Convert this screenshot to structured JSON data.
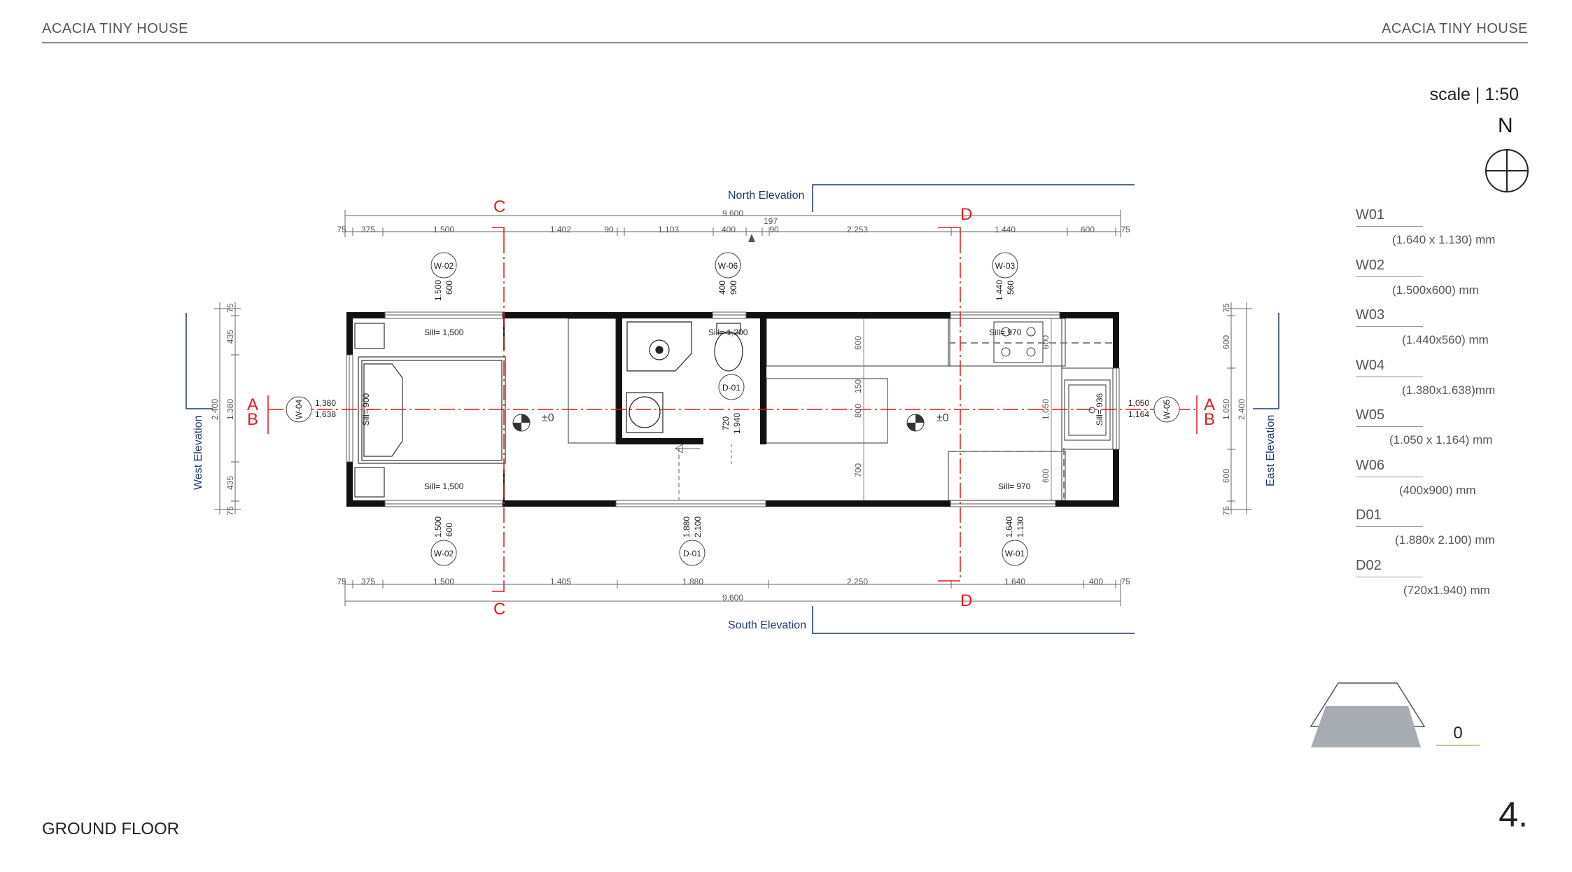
{
  "header": {
    "left_title": "ACACIA TINY HOUSE",
    "right_title": "ACACIA TINY HOUSE"
  },
  "scale_label": "scale | 1:50",
  "north_label": "N",
  "footer": {
    "floor_title": "GROUND FLOOR",
    "page_number": "4."
  },
  "level_indicator": {
    "value": "0"
  },
  "schedule": [
    {
      "code": "W01",
      "dims": "(1.640 x 1.130)  mm"
    },
    {
      "code": "W02",
      "dims": "(1.500x600) mm"
    },
    {
      "code": "W03",
      "dims": "(1.440x560) mm"
    },
    {
      "code": "W04",
      "dims": "(1.380x1.638)mm"
    },
    {
      "code": "W05",
      "dims": "(1.050 x 1.164)  mm"
    },
    {
      "code": "W06",
      "dims": "(400x900) mm"
    },
    {
      "code": "D01",
      "dims": "(1.880x 2.100)  mm"
    },
    {
      "code": "D02",
      "dims": "(720x1.940)  mm"
    }
  ],
  "plan": {
    "elevations": {
      "north": "North Elevation",
      "south": "South Elevation",
      "west": "West Elevation",
      "east": "East Elevation"
    },
    "section_markers": {
      "a": "A",
      "b": "B",
      "c": "C",
      "d": "D"
    },
    "overall_length": "9.600",
    "top_dims": [
      "75",
      "375",
      "1.500",
      "1.402",
      "90",
      "1.103",
      "400",
      "197",
      "90",
      "2.253",
      "1.440",
      "600",
      "75"
    ],
    "bottom_dims": [
      "75",
      "375",
      "1.500",
      "1.405",
      "1.880",
      "2.250",
      "1.640",
      "400",
      "75"
    ],
    "side_dims": {
      "outer": "2.400",
      "west_inner": [
        "75",
        "435",
        "1.380",
        "435",
        "75"
      ],
      "east_inner": [
        "75",
        "600",
        "1.050",
        "600",
        "75"
      ]
    },
    "window_tags": {
      "w02_top": "W-02",
      "w06": "W-06",
      "w03": "W-03",
      "w04": "W-04",
      "w05": "W-05",
      "w02_bottom": "W-02",
      "d01_bottom": "D-01",
      "w01": "W-01",
      "d01_inner": "D-01"
    },
    "opening_dims": {
      "w02_top": [
        "1.500",
        "600"
      ],
      "w06": [
        "400",
        "900"
      ],
      "w03": [
        "1.440",
        "560"
      ],
      "w04": [
        "1,380",
        "1,638"
      ],
      "w05": [
        "1,050",
        "1,164"
      ],
      "w02_bottom": [
        "1.500",
        "600"
      ],
      "d01": [
        "1.880",
        "2.100"
      ],
      "w01": [
        "1.640",
        "1.130"
      ],
      "d02": [
        "720",
        "1.940"
      ]
    },
    "sills": {
      "bed_top": "Sill= 1,500",
      "bath": "Sill= 1,200",
      "kitchen_top": "Sill= 970",
      "bed_west": "Sill= 900",
      "bed_bottom": "Sill= 1,500",
      "kitchen_bottom": "Sill= 970",
      "east": "Sill= 936"
    },
    "levels": {
      "west": "±0",
      "east": "±0"
    },
    "interior_dims": {
      "v600": "600",
      "v150": "150",
      "v800": "800",
      "v700": "700",
      "k600a": "600",
      "k1050": "1,050",
      "k600b": "600"
    }
  }
}
